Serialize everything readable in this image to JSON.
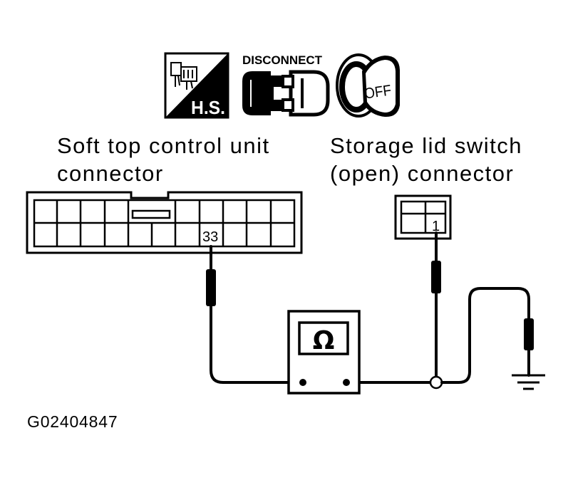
{
  "icons": {
    "harness_side": {
      "icon": "harness-side-icon",
      "label": "H.S."
    },
    "disconnect": {
      "icon": "disconnect-connector-icon",
      "label": "DISCONNECT"
    },
    "ignition_key": {
      "icon": "ignition-key-off-icon",
      "label": "OFF"
    }
  },
  "labels": {
    "control_unit_line1": "Soft top control unit",
    "control_unit_line2": "connector",
    "switch_line1": "Storage lid switch",
    "switch_line2": "(open) connector"
  },
  "terminals": {
    "control_unit_pin": "33",
    "switch_pin": "1"
  },
  "ohmmeter": {
    "icon": "ohmmeter-icon",
    "symbol": "Ω"
  },
  "ground": {
    "icon": "ground-symbol-icon"
  },
  "figure_id": "G02404847"
}
